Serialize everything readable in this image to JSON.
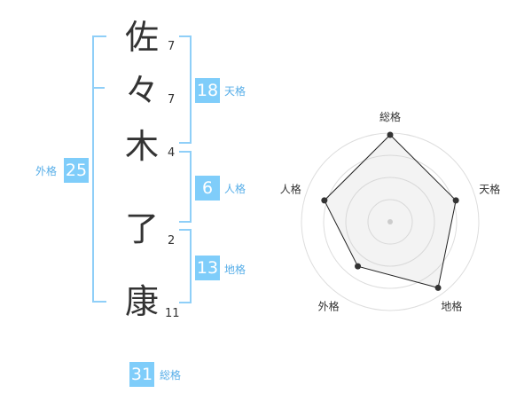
{
  "name": {
    "chars": [
      {
        "char": "佐",
        "strokes": "7"
      },
      {
        "char": "々",
        "strokes": "7"
      },
      {
        "char": "木",
        "strokes": "4"
      },
      {
        "char": "了",
        "strokes": "2"
      },
      {
        "char": "康",
        "strokes": "11"
      }
    ]
  },
  "fortune": {
    "tenkaku": {
      "value": "18",
      "label": "天格"
    },
    "jinkaku": {
      "value": "6",
      "label": "人格"
    },
    "chikaku": {
      "value": "13",
      "label": "地格"
    },
    "gaikaku": {
      "value": "25",
      "label": "外格"
    },
    "soukaku": {
      "value": "31",
      "label": "総格"
    }
  },
  "colors": {
    "accent": "#7fcdfa",
    "label": "#57aee8",
    "bracket": "#8fcff8"
  },
  "chart_data": {
    "type": "radar",
    "axes": [
      "総格",
      "天格",
      "地格",
      "外格",
      "人格"
    ],
    "values": [
      0.98,
      0.78,
      0.92,
      0.62,
      0.78
    ],
    "range": [
      0,
      1
    ],
    "rings": 4
  }
}
